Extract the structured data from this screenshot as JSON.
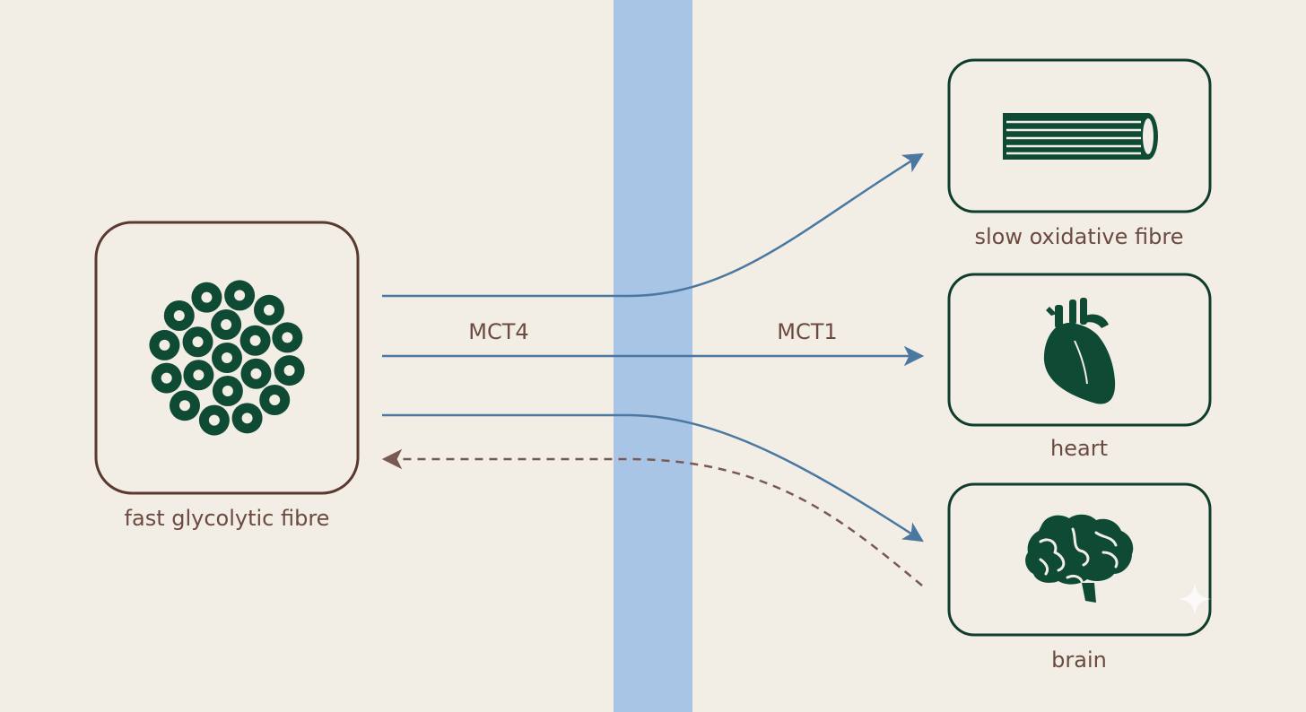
{
  "source": {
    "label": "fast glycolytic fibre",
    "border_color": "#5a3a30",
    "icon": "cell-cluster-icon"
  },
  "targets": [
    {
      "label": "slow oxidative fibre",
      "icon": "muscle-fibre-icon"
    },
    {
      "label": "heart",
      "icon": "heart-icon"
    },
    {
      "label": "brain",
      "icon": "brain-icon"
    }
  ],
  "transporters": {
    "left": "MCT4",
    "right": "MCT1"
  },
  "colors": {
    "background": "#f2eee6",
    "membrane": "#a9c5e6",
    "arrow": "#4a78a0",
    "return_arrow": "#7a5a50",
    "icon": "#0f4a34",
    "target_border": "#0f3d2c",
    "text": "#6b4a40"
  }
}
